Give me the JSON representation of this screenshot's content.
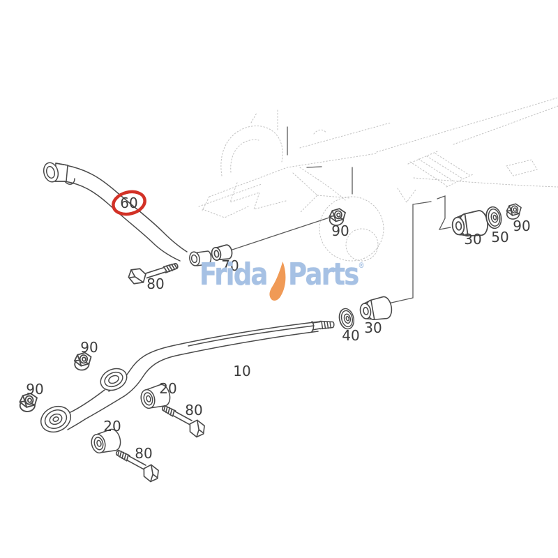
{
  "image_type": "suspension-parts-exploded-diagram",
  "brand": {
    "prefix": "Frida",
    "y_swoosh": "y",
    "suffix": "Parts",
    "registered": "®"
  },
  "highlight": {
    "circled_part": "60"
  },
  "callouts": [
    {
      "id": "60",
      "part": "strut-rod-upper",
      "label": "60"
    },
    {
      "id": "80a",
      "part": "bolt-upper",
      "label": "80"
    },
    {
      "id": "70",
      "part": "bushing-small",
      "label": "70"
    },
    {
      "id": "90a",
      "part": "lock-nut-center",
      "label": "90"
    },
    {
      "id": "30a",
      "part": "bushing-stepped-right",
      "label": "30"
    },
    {
      "id": "50",
      "part": "washer-right",
      "label": "50"
    },
    {
      "id": "90b",
      "part": "lock-nut-right",
      "label": "90"
    },
    {
      "id": "40",
      "part": "washer-middle",
      "label": "40"
    },
    {
      "id": "30b",
      "part": "bushing-stepped-middle",
      "label": "30"
    },
    {
      "id": "10",
      "part": "torque-arm-lower",
      "label": "10"
    },
    {
      "id": "90c",
      "part": "lock-nut-upper-left",
      "label": "90"
    },
    {
      "id": "90d",
      "part": "lock-nut-lower-left",
      "label": "90"
    },
    {
      "id": "20a",
      "part": "bushing-barrel-upper",
      "label": "20"
    },
    {
      "id": "80b",
      "part": "bolt-middle",
      "label": "80"
    },
    {
      "id": "20b",
      "part": "bushing-barrel-lower",
      "label": "20"
    },
    {
      "id": "80c",
      "part": "bolt-bottom",
      "label": "80"
    }
  ],
  "colors": {
    "highlight_red": "#d23126",
    "logo_blue": "#a6c1e4",
    "logo_orange": "#f09a56",
    "line": "#4a4a4a",
    "ghost": "#c1c1c1"
  }
}
